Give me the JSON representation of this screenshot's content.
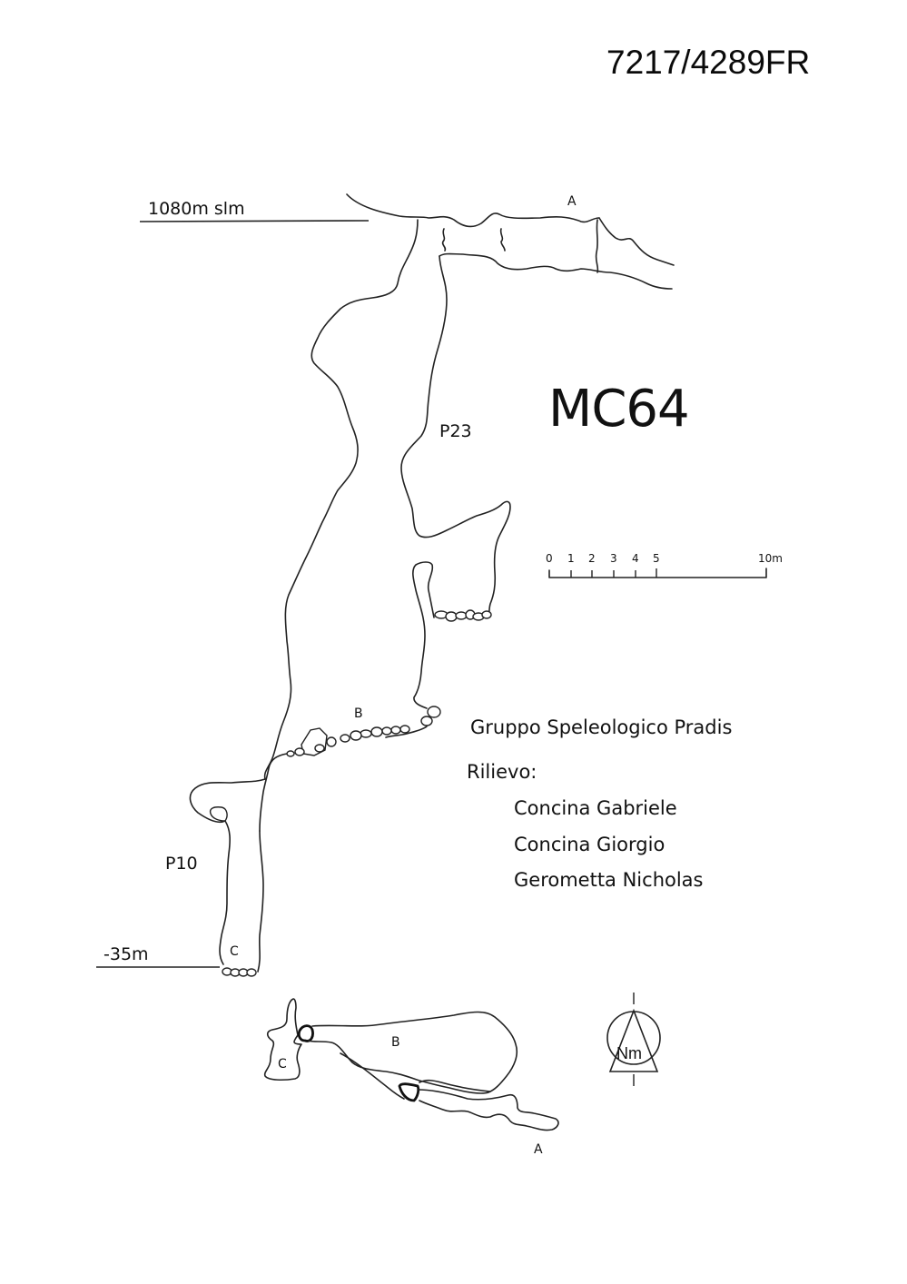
{
  "header": {
    "catasto_code": "7217/4289FR"
  },
  "title": "MC64",
  "section_view": {
    "top_elevation_label": "1080m slm",
    "bottom_depth_label": "-35m",
    "shaft_labels": [
      "P23",
      "P10"
    ],
    "point_labels": [
      "A",
      "B",
      "C"
    ]
  },
  "plan_view": {
    "point_labels": [
      "A",
      "B",
      "C"
    ]
  },
  "scale_bar": {
    "ticks": [
      "0",
      "1",
      "2",
      "3",
      "4",
      "5"
    ],
    "end_label": "10m"
  },
  "north_arrow": {
    "label": "Nm"
  },
  "credits": {
    "group": "Gruppo Speleologico Pradis",
    "survey_heading": "Rilievo:",
    "surveyors": [
      "Concina Gabriele",
      "Concina Giorgio",
      "Gerometta Nicholas"
    ]
  }
}
